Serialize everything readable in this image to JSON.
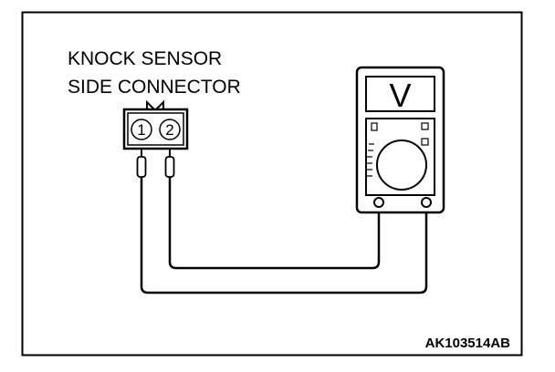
{
  "figure": {
    "connector_label": {
      "line1": "KNOCK SENSOR",
      "line2": "SIDE CONNECTOR"
    },
    "connector": {
      "pins": [
        "1",
        "2"
      ]
    },
    "meter": {
      "display_symbol": "V",
      "icon": "voltmeter-icon"
    },
    "figure_code": "AK103514AB"
  }
}
